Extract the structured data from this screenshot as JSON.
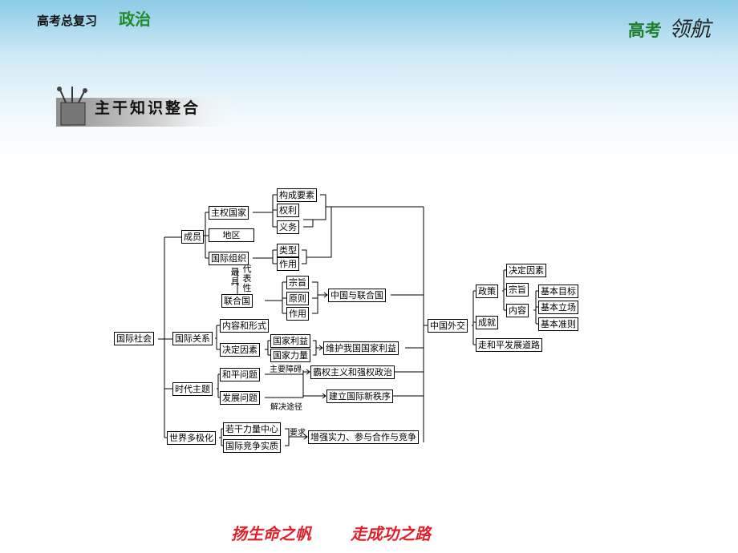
{
  "header": {
    "subtitle": "高考总复习",
    "subject": "政治",
    "brand_a": "高考",
    "brand_b": "领航"
  },
  "section": {
    "title": "主干知识整合"
  },
  "diagram": {
    "guoji_shehui": "国际社会",
    "chengyuan": "成员",
    "zhuquan_guojia": "主权国家",
    "diqu": "地区",
    "guoji_zuzhi": "国际组织",
    "goucheng_yaosu": "构成要素",
    "quanli": "权利",
    "yiwu": "义务",
    "leixing": "类型",
    "zuoyong": "作用",
    "zui_ju": "最具",
    "dai_biao_xing": "代表性",
    "lianheguo": "联合国",
    "zongzhi": "宗旨",
    "yuanze": "原则",
    "zuoyong2": "作用",
    "zhongguo_yu_lianheguo": "中国与联合国",
    "guoji_guanxi": "国际关系",
    "neirong_he_xingshi": "内容和形式",
    "jueding_yinsu": "决定因素",
    "guojia_liyi": "国家利益",
    "guojia_liliang": "国家力量",
    "weihu": "维护我国国家利益",
    "shidai_zhuti": "时代主题",
    "heping_wenti": "和平问题",
    "fazhan_wenti": "发展问题",
    "zhuyao_zhang_ai": "主要障碍",
    "jiejue_tujing": "解决途径",
    "baquan": "霸权主义和强权政治",
    "jianli": "建立国际新秩序",
    "shijie_duojihua": "世界多极化",
    "ruogan_liliang": "若干力量中心",
    "guoji_jingzheng": "国际竞争实质",
    "yaoqiu": "要求",
    "zengqiang": "增强实力、参与合作与竞争",
    "zhongguo_waijiao": "中国外交",
    "zhengce": "政策",
    "chengjiu": "成就",
    "zou_heping": "走和平发展道路",
    "jueding_yinsu2": "决定因素",
    "zongzhi2": "宗旨",
    "neirong": "内容",
    "jiben_mubiao": "基本目标",
    "jiben_lichang": "基本立场",
    "jiben_zhunze": "基本准则"
  },
  "footer": {
    "part1": "扬生命之帆",
    "part2": "走成功之路"
  }
}
